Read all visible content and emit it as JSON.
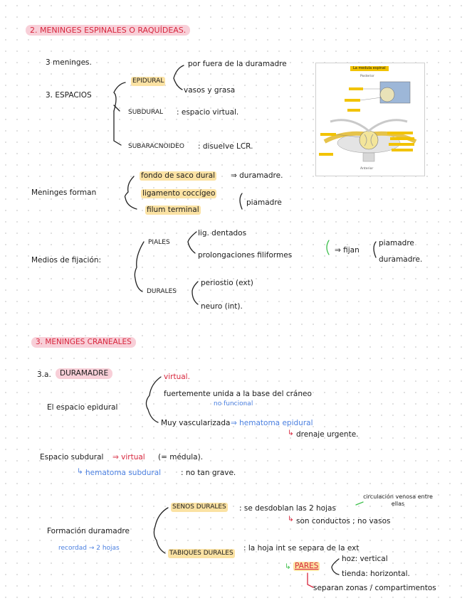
{
  "s2": {
    "title": "2. MENINGES ESPINALES O RAQUÍDEAS.",
    "meninges": "3 meninges.",
    "espacios": "3. ESPACIOS",
    "epidural": "EPIDURAL",
    "epi_a": "por fuera de la duramadre",
    "epi_b": "vasos y grasa",
    "subdural": "SUBDURAL",
    "subdural_desc": ": espacio virtual.",
    "subaracnoideo": "SUBARACNOIDEO",
    "subaracnoideo_desc": ": disuelve LCR.",
    "figure_title": "La medula espinal",
    "figure_top": "Posterior",
    "figure_bottom": "Anterior",
    "forman_label": "Meninges forman",
    "forman_1a": "fondo de saco dural",
    "forman_1b": "⇒ duramadre.",
    "forman_2": "ligamento coccígeo",
    "forman_3": "filum terminal",
    "piamadre_brace": "piamadre",
    "fijacion_label": "Medios de fijación:",
    "piales": "PIALES",
    "piales_1": "lig. dentados",
    "piales_2": "prolongaciones filiformes",
    "fijan": "⇒ fijan",
    "fijan_1": "piamadre",
    "fijan_2": "duramadre.",
    "durales": "DURALES",
    "durales_1": "periostio (ext)",
    "durales_2": "neuro (int)."
  },
  "s3": {
    "title": "3. MENINGES CRANEALES",
    "sub": "3.a.",
    "duramadre": "DURAMADRE",
    "epidural_label": "El espacio epidural",
    "e1": "virtual.",
    "e2": "fuertemente unida a la base del cráneo",
    "e2_note": "no funcional",
    "e3a": "Muy vascularizada",
    "e3b": "⇒ hematoma epidural",
    "e3_sub": "drenaje urgente.",
    "subdural_label": "Espacio subdural",
    "subdural_virtual": "⇒ virtual",
    "subdural_paren": "(= médula).",
    "hematoma_sub": "hematoma subdural",
    "hematoma_sub_desc": ": no tan grave.",
    "formacion": "Formación duramadre",
    "recordad": "recordad → 2 hojas",
    "senos": "SENOS DURALES",
    "senos_desc": ": se desdoblan las 2 hojas",
    "circulacion": "circulación venosa entre ellas",
    "conductos": "son conductos ; no vasos",
    "tabiques": "TABIQUES DURALES",
    "tabiques_desc": ": la hoja int se separa de la ext",
    "pares": "PARES",
    "hoz": "hoz: vertical",
    "tienda": "tienda: horizontal.",
    "separan": "separan zonas / compartimentos"
  }
}
